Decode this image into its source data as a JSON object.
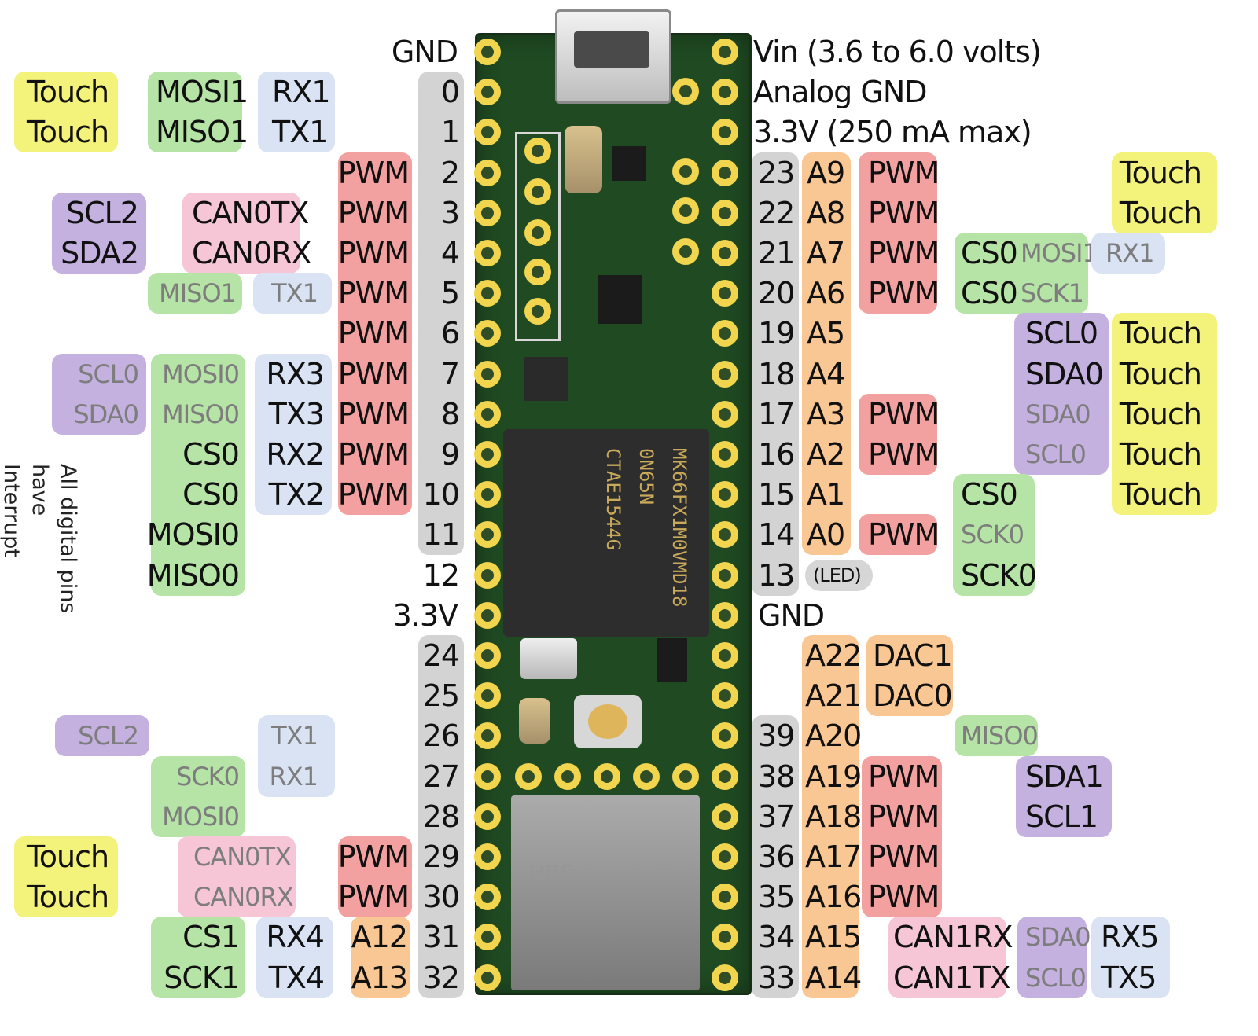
{
  "colors": {
    "board": "#1f4a22",
    "board_edge": "#172f17",
    "pad_gold": "#f1d54f",
    "num_bg": "#d3d3d3",
    "pwm_bg": "#f3a0a0",
    "touch_bg": "#f3f27a",
    "spi_bg": "#b6e3a6",
    "serial_bg": "#d9e3f4",
    "i2c_bg": "#c4b1df",
    "can_bg": "#f6c6d6",
    "analog_bg": "#f9c793",
    "led_bg": "#d6d6d6",
    "dim_text": "#7d7d7d"
  },
  "board": {
    "usb_label": "micro-usb-connector",
    "chip_lines": [
      "MK66FX1M0VMD18",
      "0N65N",
      "CTAE1544G"
    ],
    "sd_label": "HRS"
  },
  "left_header": {
    "top": "GND",
    "pins": [
      "0",
      "1",
      "2",
      "3",
      "4",
      "5",
      "6",
      "7",
      "8",
      "9",
      "10",
      "11",
      "12"
    ],
    "mid": "3.3V",
    "pins2": [
      "24",
      "25",
      "26",
      "27",
      "28",
      "29",
      "30",
      "31",
      "32"
    ]
  },
  "right_header": {
    "top": [
      "Vin  (3.6 to 6.0 volts)",
      "Analog GND",
      "3.3V (250 mA max)"
    ],
    "pins": [
      "23",
      "22",
      "21",
      "20",
      "19",
      "18",
      "17",
      "16",
      "15",
      "14",
      "13"
    ],
    "analog": [
      "A9",
      "A8",
      "A7",
      "A6",
      "A5",
      "A4",
      "A3",
      "A2",
      "A1",
      "A0"
    ],
    "led": "(LED)",
    "gnd": "GND",
    "pins2": [
      "39",
      "38",
      "37",
      "36",
      "35",
      "34",
      "33"
    ],
    "analog2": [
      "A22",
      "A21",
      "A20",
      "A19",
      "A18",
      "A17",
      "A16",
      "A15",
      "A14"
    ],
    "dac": [
      "DAC1",
      "DAC0"
    ]
  },
  "left_labels": {
    "touch_top": [
      "Touch",
      "Touch"
    ],
    "spi1": [
      "MOSI1",
      "MISO1"
    ],
    "serial1": [
      "RX1",
      "TX1"
    ],
    "pwm": [
      "PWM",
      "PWM",
      "PWM",
      "PWM",
      "PWM",
      "PWM",
      "PWM",
      "PWM",
      "PWM"
    ],
    "i2c2": [
      "SCL2",
      "SDA2"
    ],
    "can0": [
      "CAN0TX",
      "CAN0RX"
    ],
    "miso1_alt": "MISO1",
    "tx1_alt": "TX1",
    "i2c0_alt": [
      "SCL0",
      "SDA0"
    ],
    "spi0": [
      "MOSI0",
      "MISO0",
      "CS0",
      "CS0",
      "MOSI0",
      "MISO0"
    ],
    "serial3": [
      "RX3",
      "TX3",
      "RX2",
      "TX2"
    ],
    "note": [
      "All digital pins have",
      "Interrupt capability."
    ],
    "scl2_alt": "SCL2",
    "tx1_alt2": "TX1",
    "rx1_alt2": "RX1",
    "spi0_alt": [
      "SCK0",
      "MOSI0"
    ],
    "touch_bottom": [
      "Touch",
      "Touch"
    ],
    "can0_alt": [
      "CAN0TX",
      "CAN0RX"
    ],
    "pwm_bottom": [
      "PWM",
      "PWM"
    ],
    "spi1_bottom": [
      "CS1",
      "SCK1"
    ],
    "serial4": [
      "RX4",
      "TX4"
    ],
    "analog_bottom": [
      "A12",
      "A13"
    ]
  },
  "right_labels": {
    "pwm_top": [
      "PWM",
      "PWM",
      "PWM",
      "PWM"
    ],
    "touch_top": [
      "Touch",
      "Touch"
    ],
    "cs0": [
      "CS0",
      "CS0"
    ],
    "spi1_alt": [
      "MOSI1",
      "SCK1"
    ],
    "rx1_alt": "RX1",
    "i2c0": [
      "SCL0",
      "SDA0"
    ],
    "i2c0_alt": [
      "SDA0",
      "SCL0"
    ],
    "touch_mid": [
      "Touch",
      "Touch",
      "Touch",
      "Touch",
      "Touch"
    ],
    "pwm_mid": [
      "PWM",
      "PWM"
    ],
    "pwm_a0": "PWM",
    "cs0_b": "CS0",
    "sck0_alt": "SCK0",
    "sck0": "SCK0",
    "miso0_alt": "MISO0",
    "i2c1": [
      "SDA1",
      "SCL1"
    ],
    "pwm_bottom": [
      "PWM",
      "PWM",
      "PWM",
      "PWM"
    ],
    "can1": [
      "CAN1RX",
      "CAN1TX"
    ],
    "i2c0_bottom": [
      "SDA0",
      "SCL0"
    ],
    "serial5": [
      "RX5",
      "TX5"
    ]
  }
}
